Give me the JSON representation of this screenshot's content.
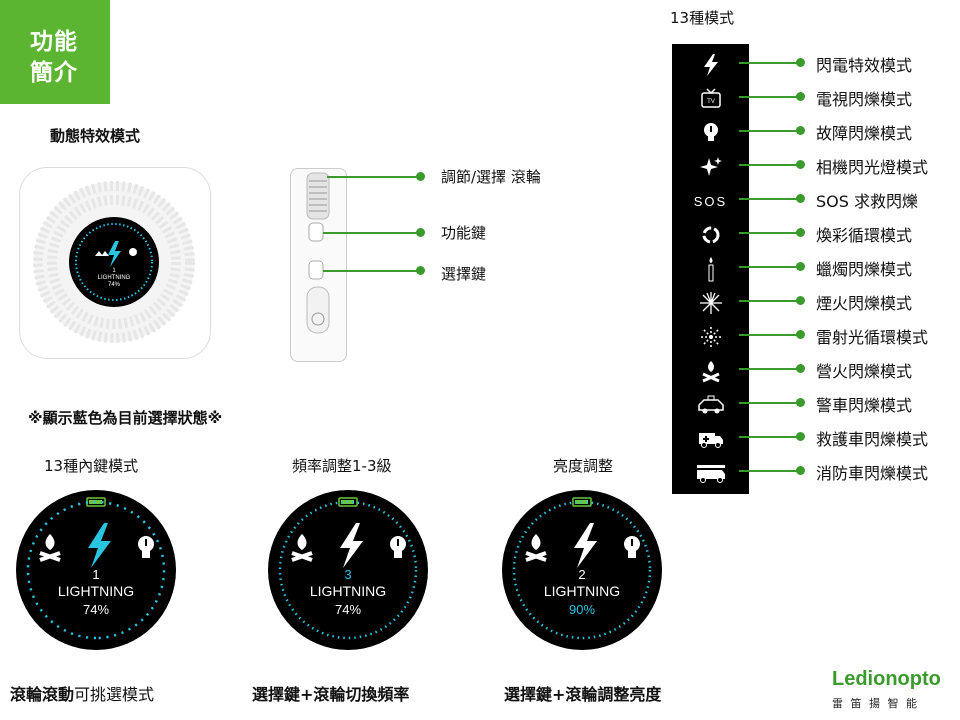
{
  "header": {
    "line1": "功能",
    "line2": "簡介"
  },
  "section_dynamic": "動態特效模式",
  "modes_title": "13種模式",
  "controls": [
    {
      "label": "調節/選擇 滾輪"
    },
    {
      "label": "功能鍵"
    },
    {
      "label": "選擇鍵"
    }
  ],
  "notice": "※顯示藍色為目前選擇狀態※",
  "modes": [
    {
      "label": "閃電特效模式",
      "icon": "lightning-icon"
    },
    {
      "label": "電視閃爍模式",
      "icon": "tv-icon"
    },
    {
      "label": "故障閃爍模式",
      "icon": "bulb-icon"
    },
    {
      "label": "相機閃光燈模式",
      "icon": "sparkle-icon"
    },
    {
      "label": "SOS 求救閃爍",
      "icon": "sos-icon"
    },
    {
      "label": "煥彩循環模式",
      "icon": "cycle-icon"
    },
    {
      "label": "蠟燭閃爍模式",
      "icon": "candle-icon"
    },
    {
      "label": "煙火閃爍模式",
      "icon": "firework-icon"
    },
    {
      "label": "雷射光循環模式",
      "icon": "laser-icon"
    },
    {
      "label": "營火閃爍模式",
      "icon": "campfire-icon"
    },
    {
      "label": "警車閃爍模式",
      "icon": "police-car-icon"
    },
    {
      "label": "救護車閃爍模式",
      "icon": "ambulance-icon"
    },
    {
      "label": "消防車閃爍模式",
      "icon": "fire-truck-icon"
    }
  ],
  "device_screen": {
    "number": "1",
    "mode": "LIGHTNING",
    "level": "74%"
  },
  "screens": [
    {
      "title": "13種內鍵模式",
      "number": "1",
      "mode": "LIGHTNING",
      "level": "74%",
      "highlight": "icon",
      "caption_bold": "滾輪滾動",
      "caption_rest": "可挑選模式"
    },
    {
      "title": "頻率調整1-3級",
      "number": "3",
      "mode": "LIGHTNING",
      "level": "74%",
      "highlight": "number",
      "caption_bold": "選擇鍵+滾輪切換頻率",
      "caption_rest": ""
    },
    {
      "title": "亮度調整",
      "number": "2",
      "mode": "LIGHTNING",
      "level": "90%",
      "highlight": "level",
      "caption_bold": "選擇鍵+滾輪調整亮度",
      "caption_rest": ""
    }
  ],
  "logo": {
    "brand": "Ledionopto",
    "sub": "雷 笛 揚 智 能"
  },
  "colors": {
    "green": "#5cb531",
    "line": "#3a9a2c",
    "blue": "#29c4e0"
  }
}
